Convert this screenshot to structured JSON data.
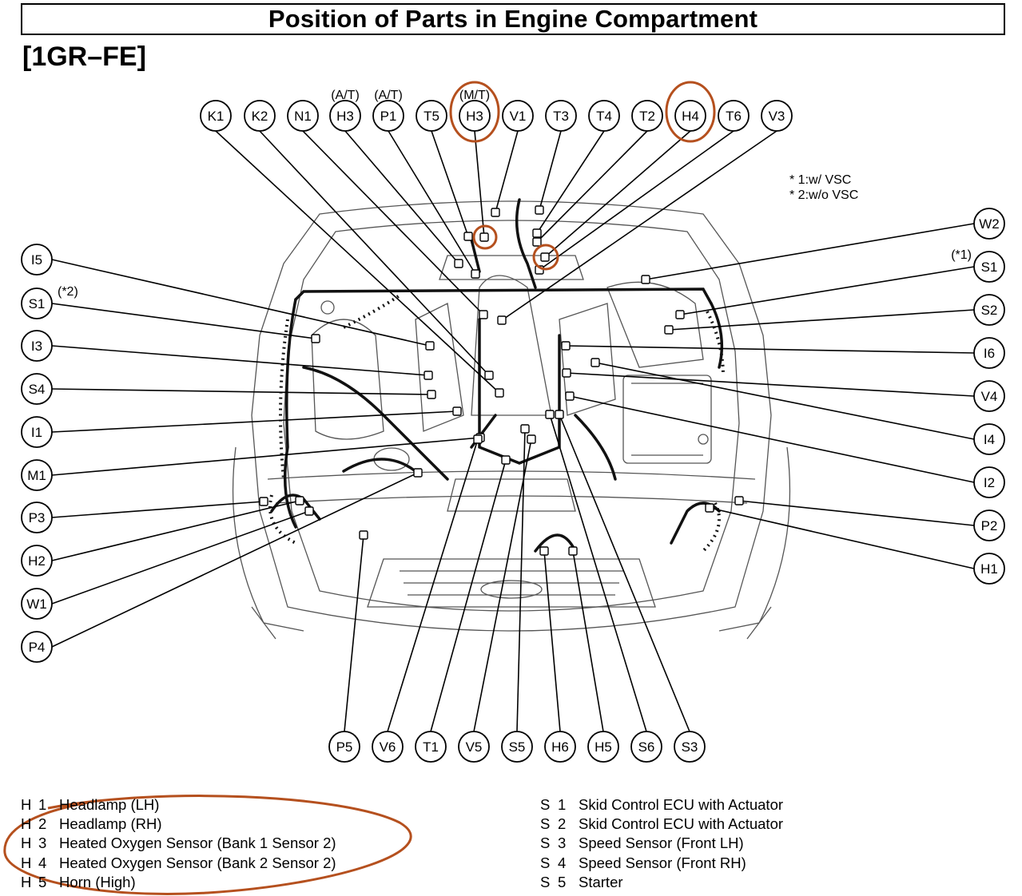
{
  "title": "Position of Parts in Engine Compartment",
  "engine": "[1GR–FE]",
  "notes": [
    "* 1:w/ VSC",
    "* 2:w/o VSC"
  ],
  "top_qualifiers": [
    {
      "text": "(A/T)",
      "over": "H3a"
    },
    {
      "text": "(A/T)",
      "over": "P1"
    },
    {
      "text": "(M/T)",
      "over": "H3b"
    }
  ],
  "side_qualifiers": [
    {
      "text": "(*1)",
      "near": "S1r"
    },
    {
      "text": "(*2)",
      "near": "S1l"
    }
  ],
  "connectors": {
    "top": [
      {
        "id": "K1",
        "label": "K1"
      },
      {
        "id": "K2",
        "label": "K2"
      },
      {
        "id": "N1",
        "label": "N1"
      },
      {
        "id": "H3a",
        "label": "H3"
      },
      {
        "id": "P1",
        "label": "P1"
      },
      {
        "id": "T5",
        "label": "T5"
      },
      {
        "id": "H3b",
        "label": "H3",
        "highlighted": true
      },
      {
        "id": "V1",
        "label": "V1"
      },
      {
        "id": "T3",
        "label": "T3"
      },
      {
        "id": "T4",
        "label": "T4"
      },
      {
        "id": "T2",
        "label": "T2"
      },
      {
        "id": "H4",
        "label": "H4",
        "highlighted": true
      },
      {
        "id": "T6",
        "label": "T6"
      },
      {
        "id": "V3",
        "label": "V3"
      }
    ],
    "left": [
      {
        "id": "I5",
        "label": "I5"
      },
      {
        "id": "S1l",
        "label": "S1"
      },
      {
        "id": "I3",
        "label": "I3"
      },
      {
        "id": "S4",
        "label": "S4"
      },
      {
        "id": "I1",
        "label": "I1"
      },
      {
        "id": "M1",
        "label": "M1"
      },
      {
        "id": "P3",
        "label": "P3"
      },
      {
        "id": "H2",
        "label": "H2"
      },
      {
        "id": "W1",
        "label": "W1"
      },
      {
        "id": "P4",
        "label": "P4"
      }
    ],
    "right": [
      {
        "id": "W2",
        "label": "W2"
      },
      {
        "id": "S1r",
        "label": "S1"
      },
      {
        "id": "S2",
        "label": "S2"
      },
      {
        "id": "I6",
        "label": "I6"
      },
      {
        "id": "V4",
        "label": "V4"
      },
      {
        "id": "I4",
        "label": "I4"
      },
      {
        "id": "I2",
        "label": "I2"
      },
      {
        "id": "P2",
        "label": "P2"
      },
      {
        "id": "H1",
        "label": "H1"
      }
    ],
    "bottom": [
      {
        "id": "P5",
        "label": "P5"
      },
      {
        "id": "V6",
        "label": "V6"
      },
      {
        "id": "T1",
        "label": "T1"
      },
      {
        "id": "V5",
        "label": "V5"
      },
      {
        "id": "S5",
        "label": "S5"
      },
      {
        "id": "H6",
        "label": "H6"
      },
      {
        "id": "H5",
        "label": "H5"
      },
      {
        "id": "S6",
        "label": "S6"
      },
      {
        "id": "S3",
        "label": "S3"
      }
    ]
  },
  "legend_h": [
    {
      "letter": "H",
      "num": "1",
      "text": "Headlamp (LH)"
    },
    {
      "letter": "H",
      "num": "2",
      "text": "Headlamp (RH)"
    },
    {
      "letter": "H",
      "num": "3",
      "text": "Heated Oxygen Sensor (Bank 1 Sensor 2)"
    },
    {
      "letter": "H",
      "num": "4",
      "text": "Heated Oxygen Sensor (Bank 2 Sensor 2)"
    },
    {
      "letter": "H",
      "num": "5",
      "text": "Horn (High)"
    }
  ],
  "legend_s": [
    {
      "letter": "S",
      "num": "1",
      "text": "Skid Control ECU with Actuator"
    },
    {
      "letter": "S",
      "num": "2",
      "text": "Skid Control ECU with Actuator"
    },
    {
      "letter": "S",
      "num": "3",
      "text": "Speed Sensor (Front LH)"
    },
    {
      "letter": "S",
      "num": "4",
      "text": "Speed Sensor (Front RH)"
    },
    {
      "letter": "S",
      "num": "5",
      "text": "Starter"
    }
  ],
  "highlight_color": "#b5501e"
}
